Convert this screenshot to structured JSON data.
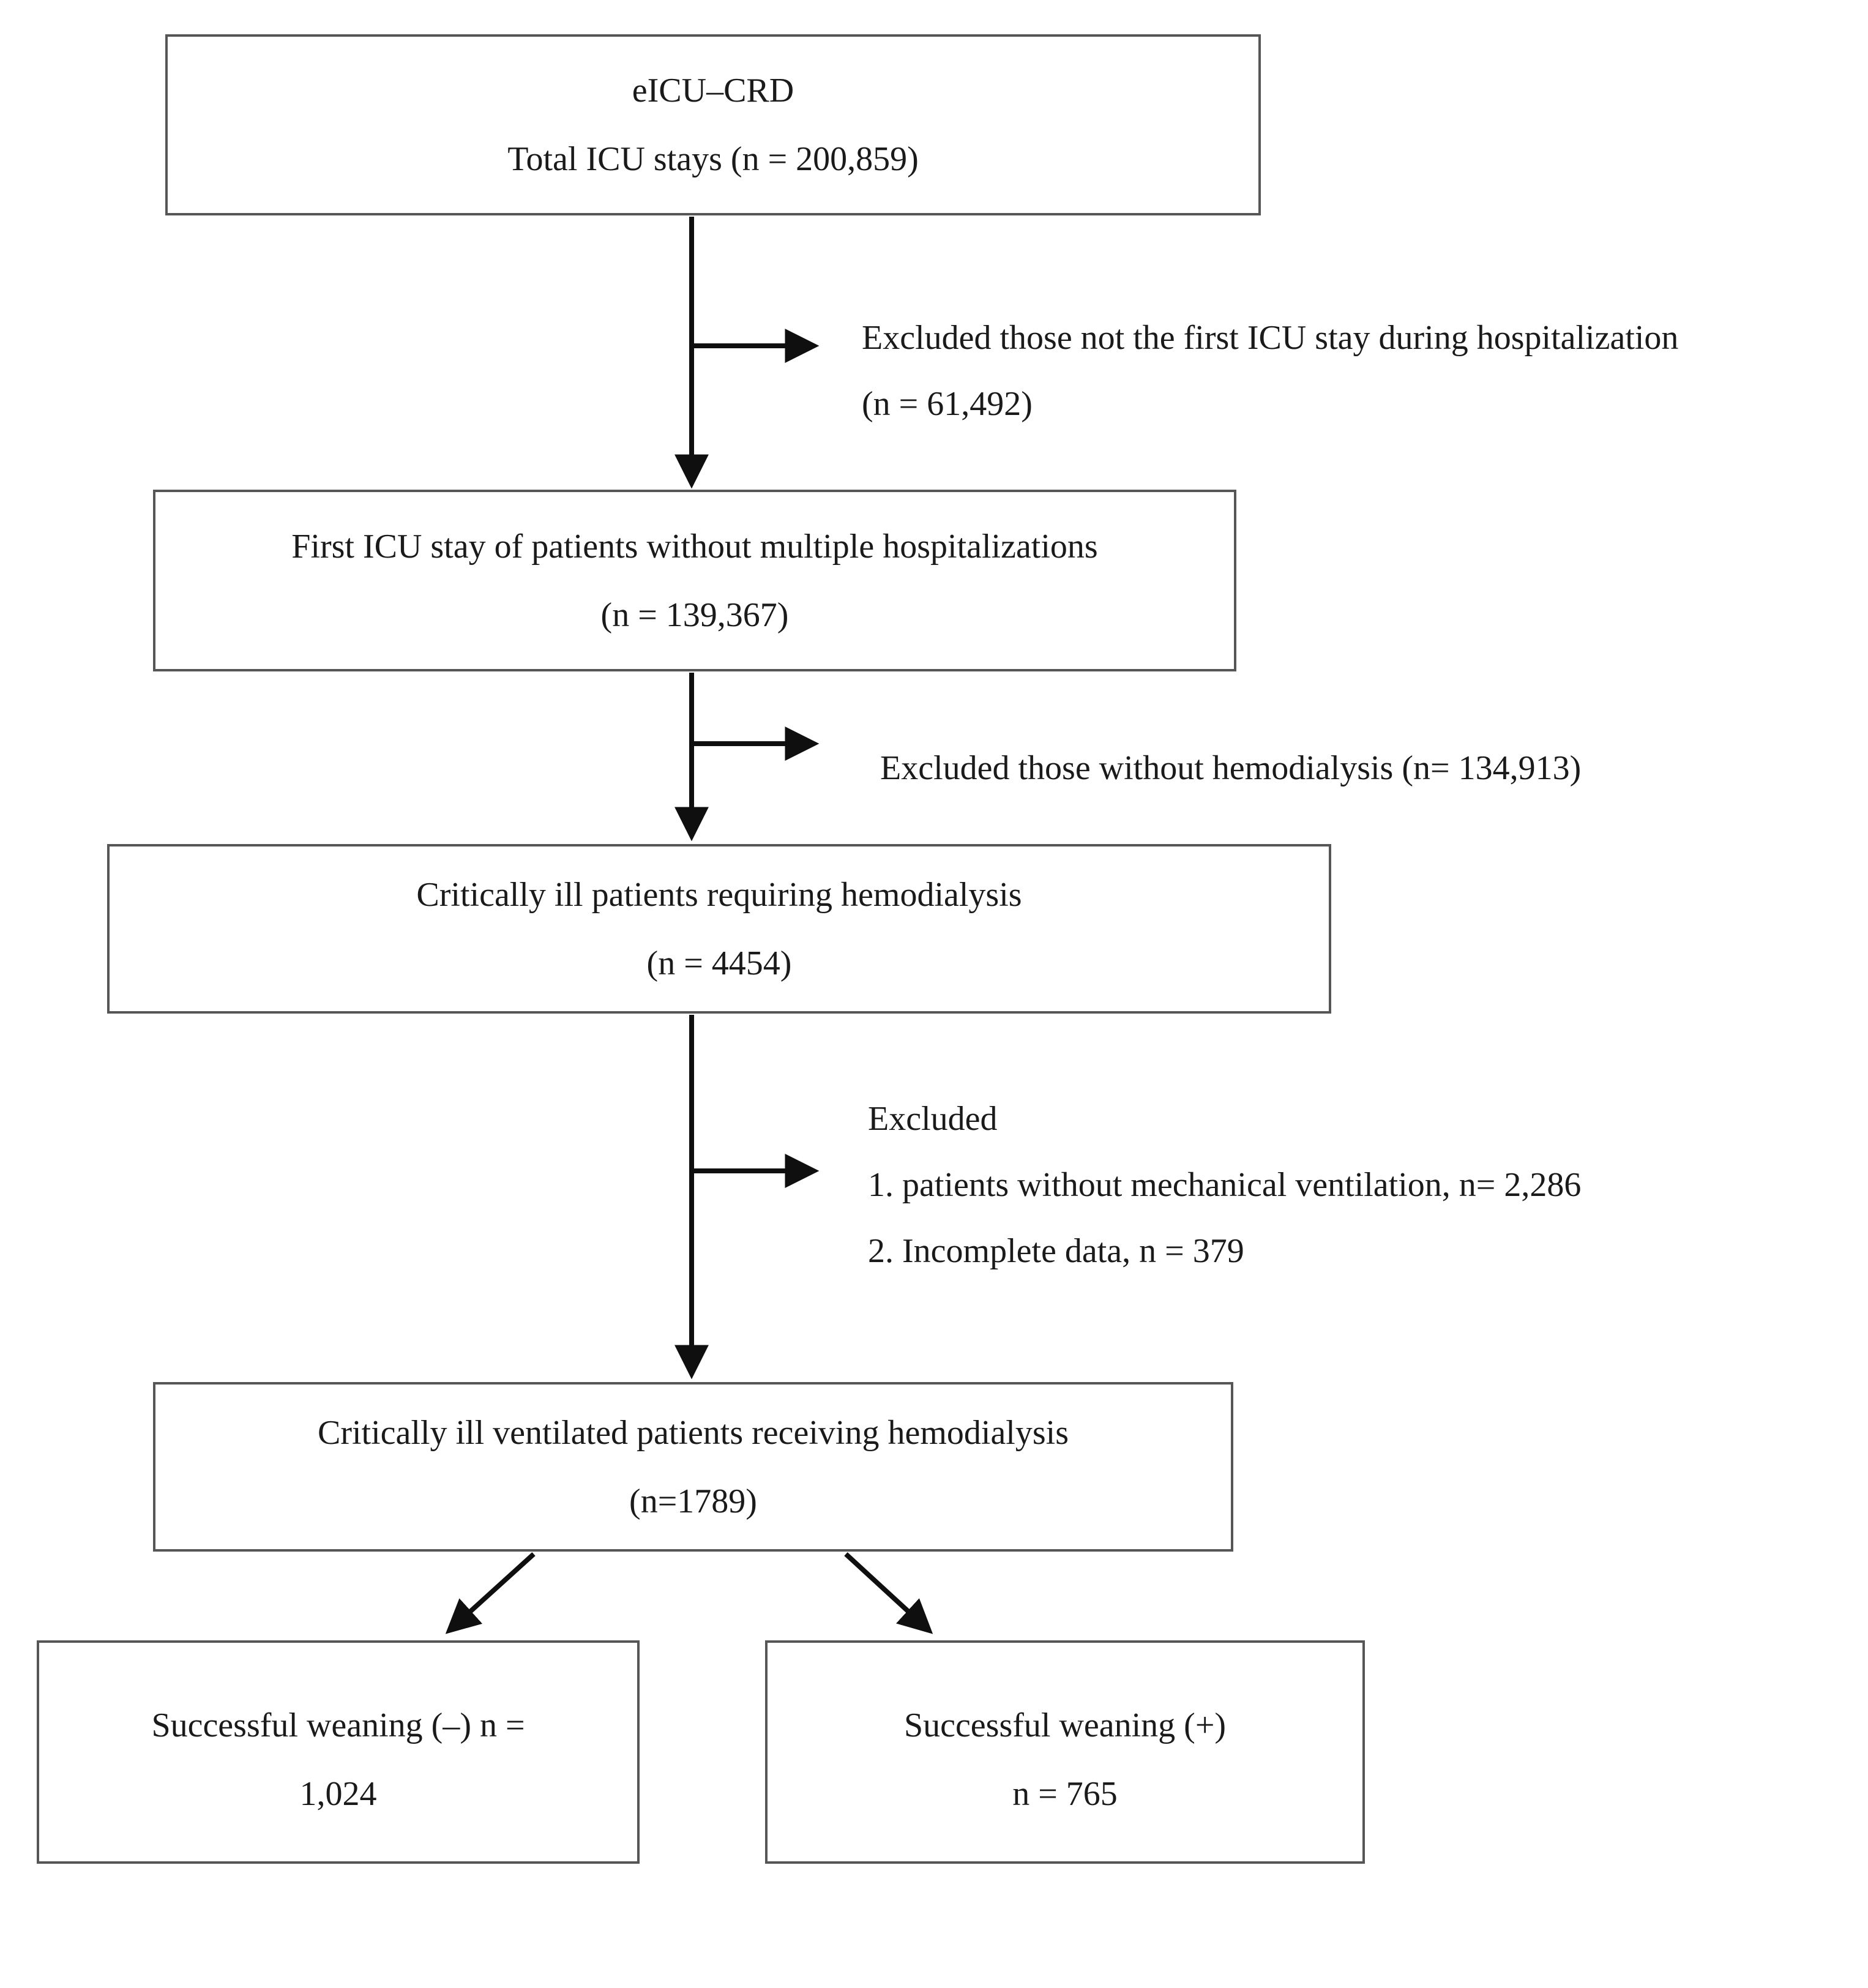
{
  "figure": {
    "kind": "study-selection-flowchart",
    "boxes": {
      "source": {
        "line1": "eICU–CRD",
        "line2": "Total ICU stays (n = 200,859)"
      },
      "first_stay": {
        "line1": "First ICU stay of patients without multiple hospitalizations",
        "line2": "(n = 139,367)"
      },
      "hemodialysis": {
        "line1": "Critically ill patients requiring hemodialysis",
        "line2": "(n = 4454)"
      },
      "ventilated": {
        "line1": "Critically ill ventilated patients receiving hemodialysis",
        "line2": "(n=1789)"
      },
      "weaning_negative": {
        "line1": "Successful weaning (–) n =",
        "line2": "1,024"
      },
      "weaning_positive": {
        "line1": "Successful weaning (+)",
        "line2": "n = 765"
      }
    },
    "exclusions": {
      "first": {
        "line1": "Excluded those not the first ICU stay during hospitalization",
        "line2": "(n = 61,492)"
      },
      "second": {
        "line1": "Excluded those without hemodialysis (n= 134,913)"
      },
      "third": {
        "header": "Excluded",
        "item1": "1. patients without mechanical ventilation, n= 2,286",
        "item2": "2. Incomplete data, n = 379"
      }
    },
    "colors": {
      "background": "#ffffff",
      "box_border": "#565656",
      "arrow": "#0f0f0f",
      "text": "#1a1a1a"
    }
  }
}
